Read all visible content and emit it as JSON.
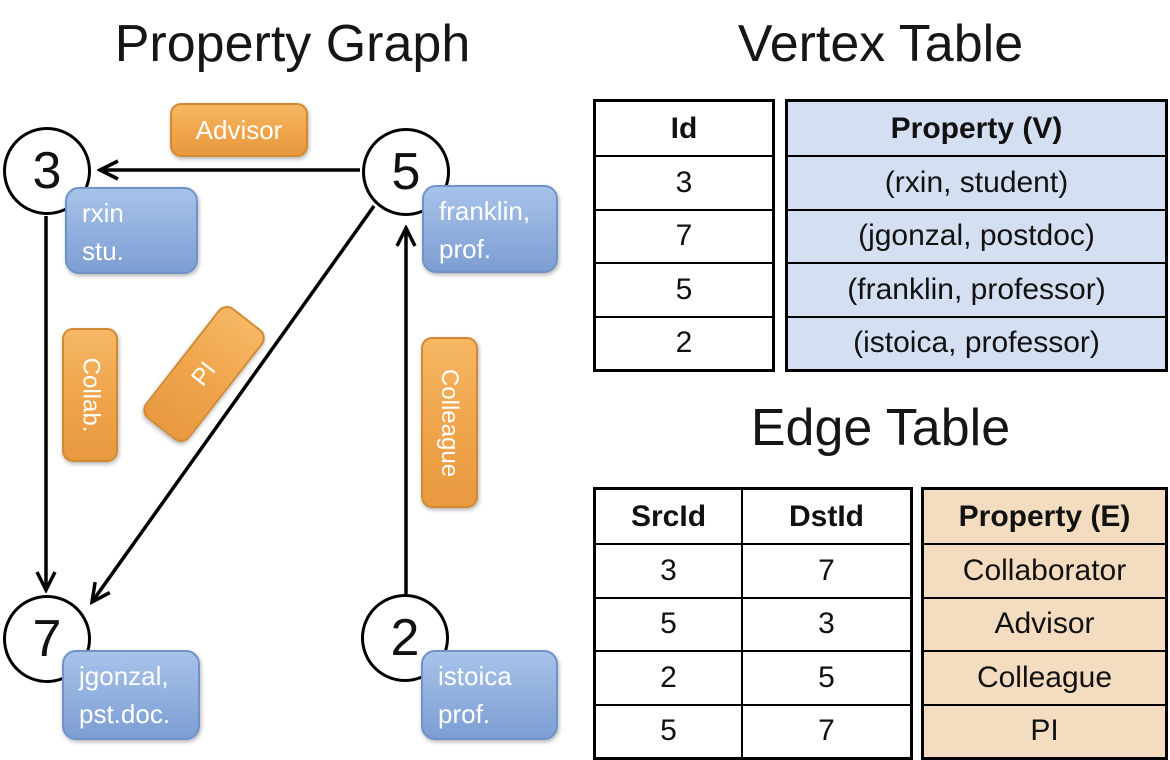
{
  "graph": {
    "title": "Property Graph",
    "nodes": {
      "n3": {
        "id": "3",
        "property_line1": "rxin",
        "property_line2": "stu."
      },
      "n5": {
        "id": "5",
        "property_line1": "franklin,",
        "property_line2": "prof."
      },
      "n7": {
        "id": "7",
        "property_line1": "jgonzal,",
        "property_line2": "pst.doc."
      },
      "n2": {
        "id": "2",
        "property_line1": "istoica",
        "property_line2": "prof."
      }
    },
    "edges": {
      "advisor": {
        "label": "Advisor",
        "from": "5",
        "to": "3"
      },
      "collab": {
        "label": "Collab.",
        "from": "3",
        "to": "7"
      },
      "pi": {
        "label": "PI",
        "from": "5",
        "to": "7"
      },
      "colleague": {
        "label": "Colleague",
        "from": "2",
        "to": "5"
      }
    }
  },
  "vertex_table": {
    "title": "Vertex Table",
    "columns": {
      "id": "Id",
      "property": "Property (V)"
    },
    "rows": [
      {
        "id": "3",
        "property": "(rxin, student)"
      },
      {
        "id": "7",
        "property": "(jgonzal, postdoc)"
      },
      {
        "id": "5",
        "property": "(franklin, professor)"
      },
      {
        "id": "2",
        "property": "(istoica, professor)"
      }
    ]
  },
  "edge_table": {
    "title": "Edge Table",
    "columns": {
      "src": "SrcId",
      "dst": "DstId",
      "property": "Property (E)"
    },
    "rows": [
      {
        "src": "3",
        "dst": "7",
        "property": "Collaborator"
      },
      {
        "src": "5",
        "dst": "3",
        "property": "Advisor"
      },
      {
        "src": "2",
        "dst": "5",
        "property": "Colleague"
      },
      {
        "src": "5",
        "dst": "7",
        "property": "PI"
      }
    ]
  },
  "colors": {
    "edge_label_orange": "#efa44b",
    "vertex_label_blue": "#8fb0dd",
    "vertex_table_fill": "#d4dff2",
    "edge_table_fill": "#f4dcc0",
    "line_black": "#000000"
  }
}
